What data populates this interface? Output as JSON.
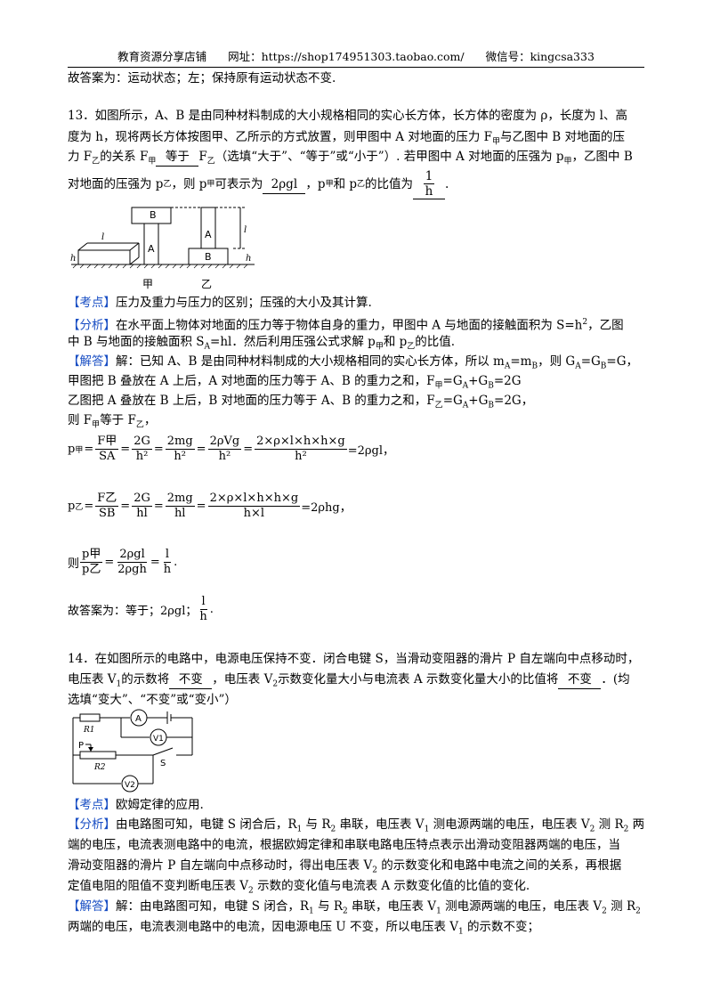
{
  "header": {
    "shop": "教育资源分享店铺",
    "url": "网址：https://shop174951303.taobao.com/",
    "wechat": "微信号：kingcsa333"
  },
  "prev_answer": "故答案为：运动状态；左；保持原有运动状态不变.",
  "q13": {
    "l1": "13．如图所示，A、B 是由同种材料制成的大小规格相同的实心长方体，长方体的密度为 ρ，长度为 l、高",
    "l2": "度为 h，现将两长方体按图甲、乙所示的方式放置，则甲图中 A 对地面的压力 F",
    "l2b": "与乙图中 B 对地面的压",
    "l3a": "力 F",
    "l3b": "的关系 F",
    "blank1": "等于",
    "l3c": "F",
    "l3d": "（选填“大于”、“等于”或“小于”）. 若甲图中 A 对地面的压强为 p",
    "l3e": "，乙图中 B",
    "l4a": "对地面的压强为 p",
    "l4b": "，则 p",
    "l4c": "可表示为",
    "blank2": "2ρgl",
    "l4d": "，p",
    "l4e": "和 p",
    "l4f": "的比值为",
    "ratio_n": "1",
    "ratio_d": "h",
    "sub_jia": "甲",
    "sub_yi": "乙",
    "fig": {
      "label_jia": "甲",
      "label_yi": "乙",
      "A": "A",
      "B": "B",
      "l": "l",
      "h": "h"
    },
    "kaodian_tag": "【考点】",
    "kaodian": "压力及重力与压力的区别；压强的大小及其计算.",
    "fenxi_tag": "【分析】",
    "fenxi1": "在水平面上物体对地面的压力等于物体自身的重力，甲图中 A 与地面的接触面积为 S",
    "fenxi1b": "=h",
    "fenxi1c": "，乙图",
    "fenxi2": "中 B 与地面的接触面积 S",
    "fenxi2b": "=hl．然后利用压强公式求解 p",
    "fenxi2c": "和 p",
    "fenxi2d": "的比值.",
    "jieda_tag": "【解答】",
    "jd1": "解：已知 A、B 是由同种材料制成的大小规格相同的实心长方体，所以 m",
    "jd1b": "=m",
    "jd1c": "，则 G",
    "jd1d": "=G",
    "jd1e": "=G，",
    "jd2": "甲图把 B 叠放在 A 上后，A 对地面的压力等于 A、B 的重力之和，F",
    "jd2b": "=G",
    "jd2c": "+G",
    "jd2d": "=2G",
    "jd3": "乙图把 A 叠放在 B 上后，B 对地面的压力等于 A、B 的重力之和，F",
    "jd3b": "=G",
    "jd3c": "+G",
    "jd3d": "=2G，",
    "jd4": "则 F",
    "jd4b": "等于 F",
    "jd4c": "，",
    "f1": {
      "lhs": "p",
      "n1": "F甲",
      "d1": "SA",
      "n2": "2G",
      "d2": "h²",
      "n3": "2mg",
      "d3": "h²",
      "n4": "2ρVg",
      "d4": "h²",
      "n5": "2×ρ×l×h×h×g",
      "d5": "h²",
      "res": "=2ρgl，"
    },
    "f2": {
      "lhs": "p",
      "n1": "F乙",
      "d1": "SB",
      "n2": "2G",
      "d2": "hl",
      "n3": "2mg",
      "d3": "hl",
      "n4": "2×ρ×l×h×h×g",
      "d4": "h×l",
      "res": "=2ρhg，"
    },
    "f3": {
      "lhs": "则",
      "n1": "p甲",
      "d1": "p乙",
      "n2": "2ρgl",
      "d2": "2ρgh",
      "n3": "l",
      "d3": "h",
      "res": "."
    },
    "ans": "故答案为：等于；2ρgl；",
    "ans_n": "l",
    "ans_d": "h",
    "ans_end": "."
  },
  "q14": {
    "l1": "14．在如图所示的电路中，电源电压保持不变．闭合电键 S，当滑动变阻器的滑片 P 自左端向中点移动时，",
    "l2a": "电压表 V",
    "l2b": "的示数将",
    "blank1": "不变",
    "l2c": "，电压表 V",
    "l2d": "示数变化量大小与电流表 A 示数变化量大小的比值将",
    "blank2": "不变",
    "l2e": "．(均",
    "l3": "选填“变大”、“不变”或“变小”）",
    "fig": {
      "A": "A",
      "V1": "V1",
      "V2": "V2",
      "R1": "R1",
      "R2": "R2",
      "P": "P",
      "S": "S"
    },
    "kaodian_tag": "【考点】",
    "kaodian": "欧姆定律的应用.",
    "fenxi_tag": "【分析】",
    "fx1": "由电路图可知，电键 S 闭合后，R",
    "fx1b": " 与 R",
    "fx1c": " 串联，电压表 V",
    "fx1d": " 测电源两端的电压，电压表 V",
    "fx1e": " 测 R",
    "fx1f": " 两",
    "fx2": "端的电压，电流表测电路中的电流，根据欧姆定律和串联电路电压特点表示出滑动变阻器两端的电压，当",
    "fx3a": "滑动变阻器的滑片 P 自左端向中点移动时，得出电压表 V",
    "fx3b": " 的示数变化和电路中电流之间的关系，再根据",
    "fx4a": "定值电阻的阻值不变判断电压表 V",
    "fx4b": " 示数的变化值与电流表 A 示数变化值的比值的变化.",
    "jieda_tag": "【解答】",
    "jd1": "解：由电路图可知，电键 S 闭合，R",
    "jd1b": " 与 R",
    "jd1c": " 串联，电压表 V",
    "jd1d": " 测电源两端的电压，电压表 V",
    "jd1e": " 测 R",
    "jd2a": "两端的电压，电流表测电路中的电流，因电源电压 U 不变，所以电压表 V",
    "jd2b": " 的示数不变；",
    "s1": "1",
    "s2": "2",
    "sA": "A",
    "sB": "B",
    "s_sq": "2"
  }
}
